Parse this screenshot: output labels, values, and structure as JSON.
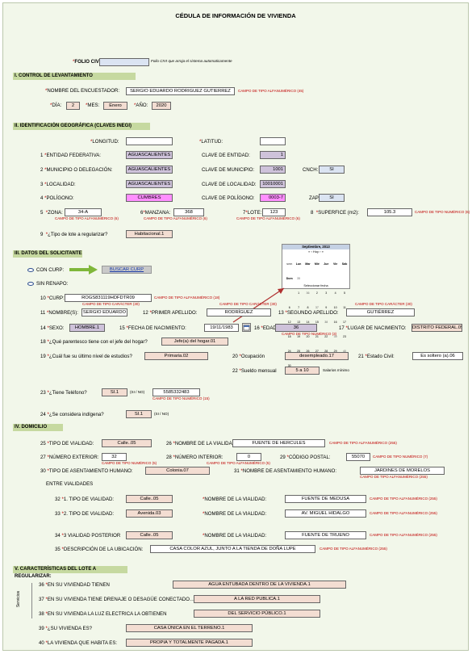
{
  "title": "CÉDULA DE INFORMACIÓN DE VIVIENDA",
  "folio": {
    "label": "FOLIO CIVI:",
    "value": "",
    "note": "Folio CIVI que arroja el sistema automaticamente"
  },
  "sections": {
    "s1": "I. CONTROL DE LEVANTAMIENTO",
    "s2": "II. IDENTIFICACIÓN GEOGRÁFICA (CLAVES INEGI)",
    "s3": "III. DATOS DEL SOLICITANTE",
    "s4": "IV. DOMICILIO",
    "s5": "V. CARACTERÍSTICAS DEL LOTE A REGULARIZAR:"
  },
  "control": {
    "encuestador_label": "NOMBRE DEL ENCUESTADOR:",
    "encuestador_value": "SERGIO EDUARDO RODRIGUEZ GUTIERREZ",
    "encuestador_note": "CAMPO DE TIPO ALFANUMÉRICO (45)",
    "dia_label": "DÍA:",
    "dia_value": "2",
    "mes_label": "MES:",
    "mes_value": "Enero",
    "anio_label": "AÑO:",
    "anio_value": "2020"
  },
  "geo": {
    "longitud_label": "LONGITUD:",
    "longitud_value": "",
    "latitud_label": "LATITUD:",
    "latitud_value": "",
    "n1": "1",
    "entidad_label": "ENTIDAD FEDERATIVA:",
    "entidad_value": "AGUASCALIENTES",
    "clave_entidad_label": "CLAVE DE ENTIDAD:",
    "clave_entidad_value": "1",
    "n2": "2",
    "municipio_label": "MUNICIPIO O DELEGACIÓN:",
    "municipio_value": "AGUASCALIENTES",
    "clave_municipio_label": "CLAVE DE MUNICIPIO:",
    "clave_municipio_value": "1001",
    "cnch_label": "CNCH:",
    "cnch_value": "SI",
    "n3": "3",
    "localidad_label": "LOCALIDAD:",
    "localidad_value": "AGUASCALIENTES",
    "clave_localidad_label": "CLAVE DE LOCALIDAD:",
    "clave_localidad_value": "10010001",
    "n4": "4",
    "poligono_label": "POLÍGONO:",
    "poligono_value": "CUMBRES",
    "clave_poligono_label": "CLAVE DE POLÍGONO:",
    "clave_poligono_value": "0003-7",
    "zap_label": "ZAP:",
    "zap_value": "SI",
    "n5": "5",
    "zona_label": "ZONA:",
    "zona_value": "34-A",
    "n6": "6",
    "manzana_label": "MANZANA:",
    "manzana_value": "368",
    "n7": "7",
    "lote_label": "LOTE:",
    "lote_value": "123",
    "n8": "8",
    "superficie_label": "SUPERFICE (m2):",
    "superficie_value": "105.3",
    "note_alfa6": "CAMPO DE TIPO ALFANUMÉRICO (6)",
    "note_num6": "CAMPO DE TIPO NUMÉRICO (6)",
    "n9": "9",
    "tipo_lote_label": "¿Tipo de lote a regularizar?",
    "tipo_lote_value": "Habitacional.1"
  },
  "solicitante": {
    "con_curp": "CON CURP:",
    "buscar_curp": "BUSCAR CURP",
    "sin_renapo": "SIN RENAPO:",
    "n10": "10",
    "curp_label": "CURP:",
    "curp_value": "ROGS831119HDFDTR09",
    "curp_note": "CAMPO DE TIPO ALFANUMÉRICO (18)",
    "note_car30": "CAMPO DE TIPO CARÁCTER (30)",
    "n11": "11",
    "nombre_label": "NOMBRE(S):",
    "nombre_value": "SERGIO EDUARDO",
    "n12": "12",
    "ap1_label": "PRIMER APELLIDO:",
    "ap1_value": "RODRÍGUEZ",
    "n13": "13",
    "ap2_label": "SEGUNDO APELLIDO:",
    "ap2_value": "GUTIÉRREZ",
    "n14": "14",
    "sexo_label": "SEXO:",
    "sexo_value": "HOMBRE.1",
    "n15": "15",
    "fnac_label": "FECHA DE NACIMIENTO:",
    "fnac_value": "19/11/1983",
    "n16": "16",
    "edad_label": "EDAD:",
    "edad_value": "36",
    "edad_note": "CAMPO DE TIPO NUMÉRICO (3)",
    "n17": "17",
    "lugar_label": "LUGAR DE NACIMIENTO:",
    "lugar_value": "DISTRITO FEDERAL.09",
    "n18": "18",
    "parentesco_label": "¿Qué parentesco tiene con el jefe del hogar?",
    "parentesco_value": "Jefe(a) del hogar.01",
    "n19": "19",
    "estudios_label": "¿Cuál fue su último nivel de estudios?",
    "estudios_value": "Primaria.02",
    "n20": "20",
    "ocupacion_label": "Ocupación",
    "ocupacion_value": "desempleado.17",
    "n21": "21",
    "civil_label": "Estado Civil:",
    "civil_value": "Es soltero (a).06",
    "n22": "22",
    "sueldo_label": "Sueldo mensual",
    "sueldo_value": "5 a 10",
    "sueldo_note": "Salarios mínimo",
    "n23": "23",
    "telefono_label": "¿Tiene Teléfono?",
    "telefono_value": "SI.1",
    "sino": "(SI / NO)",
    "telefono_num": "5585332483",
    "telefono_note": "CAMPO DE TIPO NUMÉRICO (15)",
    "n24": "24",
    "indigena_label": "¿Se considera indígena?",
    "indigena_value": "SI.1"
  },
  "calendar": {
    "header": "Septiembre, 2013",
    "nav": "«   ‹   Hoy   ›   »",
    "days": [
      "sem",
      "Lun",
      "Mar",
      "Mié",
      "Jue",
      "Vie",
      "Sáb",
      "Dom"
    ],
    "rows": [
      [
        "35",
        "",
        "",
        "",
        "",
        "",
        "",
        "1"
      ],
      [
        "36",
        "2",
        "3",
        "4",
        "5",
        "6",
        "7",
        "8"
      ],
      [
        "37",
        "9",
        "10",
        "11",
        "12",
        "13",
        "14",
        "15"
      ],
      [
        "38",
        "16",
        "17",
        "18",
        "19",
        "20",
        "21",
        "22"
      ],
      [
        "39",
        "23",
        "24",
        "25",
        "26",
        "27",
        "28",
        "29"
      ],
      [
        "40",
        "30",
        "",
        "",
        "",
        "",
        "",
        ""
      ]
    ],
    "footer": "Seleccionar fecha"
  },
  "domicilio": {
    "note_alfa255": "CAMPO DE TIPO ALFANUMÉRICO (255)",
    "note_alfa5": "CAMPO DE TIPO ALFANUMÉRICO (5)",
    "n25": "25",
    "tipo_vialidad_label": "TIPO DE VIALIDAD:",
    "tipo_vialidad_value": "Calle..05",
    "n26": "26",
    "nombre_vialidad_label": "NOMBRE DE LA VIALIDAD:",
    "nombre_vialidad_value": "FUENTE DE HERCULES",
    "n27": "27",
    "num_ext_label": "NÚMERO EXTERIOR:",
    "num_ext_value": "32",
    "num_ext_note": "CAMPO DE TIPO NUMÉRICO (5)",
    "n28": "28",
    "num_int_label": "NÚMERO INTERIOR:",
    "num_int_value": "0",
    "n29": "29",
    "cp_label": "CÓDIGO POSTAL:",
    "cp_value": "55070",
    "cp_note": "CAMPO DE TIPO NUMÉRICO (7)",
    "n30": "30",
    "tipo_asent_label": "TIPO DE ASENTAMIENTO HUMANO:",
    "tipo_asent_value": "Colonia.07",
    "n31": "31",
    "nombre_asent_label": "NOMBRE DE ASENTAMIENTO HUMANO:",
    "nombre_asent_value": "JARDINES DE MORELOS",
    "entre_label": "ENTRE VIALIDADES",
    "n32": "32",
    "v1_label": "1. TIPO DE VIALIDAD:",
    "v1_value": "Calle..05",
    "v1_nombre_label": "NOMBRE DE LA VIALIDAD:",
    "v1_nombre_value": "FUENTE DE MEDUSA",
    "n33": "33",
    "v2_label": "2. TIPO DE VIALIDAD:",
    "v2_value": "Avenida.03",
    "v2_nombre_label": "NOMBRE DE LA VIALIDAD:",
    "v2_nombre_value": "AV. MIGUEL HIDALGO",
    "n34": "34",
    "v3_label": "3 VIALIDAD POSTERIOR",
    "v3_value": "Calle..05",
    "v3_nombre_label": "NOMBRE DE LA VIALIDAD:",
    "v3_nombre_value": "FUENTE DE TRUENO",
    "n35": "35",
    "desc_label": "DESCRIPCIÓN DE LA UBICACIÓN:",
    "desc_value": "CASA COLOR AZUL,  JUNTO A LA TIENDA DE DOÑA LUPE"
  },
  "lote": {
    "servicios": "Servicios",
    "n36": "36",
    "agua_label": "EN SU VIVIENDAD TIENEN",
    "agua_value": "AGUA ENTUBADA DENTRO DE LA VIVIENDA.1",
    "n37": "37",
    "drenaje_label": "EN SU VIVIENDA TIENE DRENAJE O DESAGÜE CONECTADO…",
    "drenaje_value": "A LA RED PUBLICA.1",
    "n38": "38",
    "luz_label": "EN SU VIVIENDA LA LUZ ELECTRICA LA OBTIENEN",
    "luz_value": "DEL SERVICIO PÚBLICO.1",
    "n39": "39",
    "es_label": "¿SU VIVIENDA ES?",
    "es_value": "CASA ÚNICA EN EL TERRENO.1",
    "n40": "40",
    "habita_label": "LA VIVIENDA QUE HABITA ES:",
    "habita_value": "PROPIA Y TOTALMENTE PAGADA.1"
  }
}
